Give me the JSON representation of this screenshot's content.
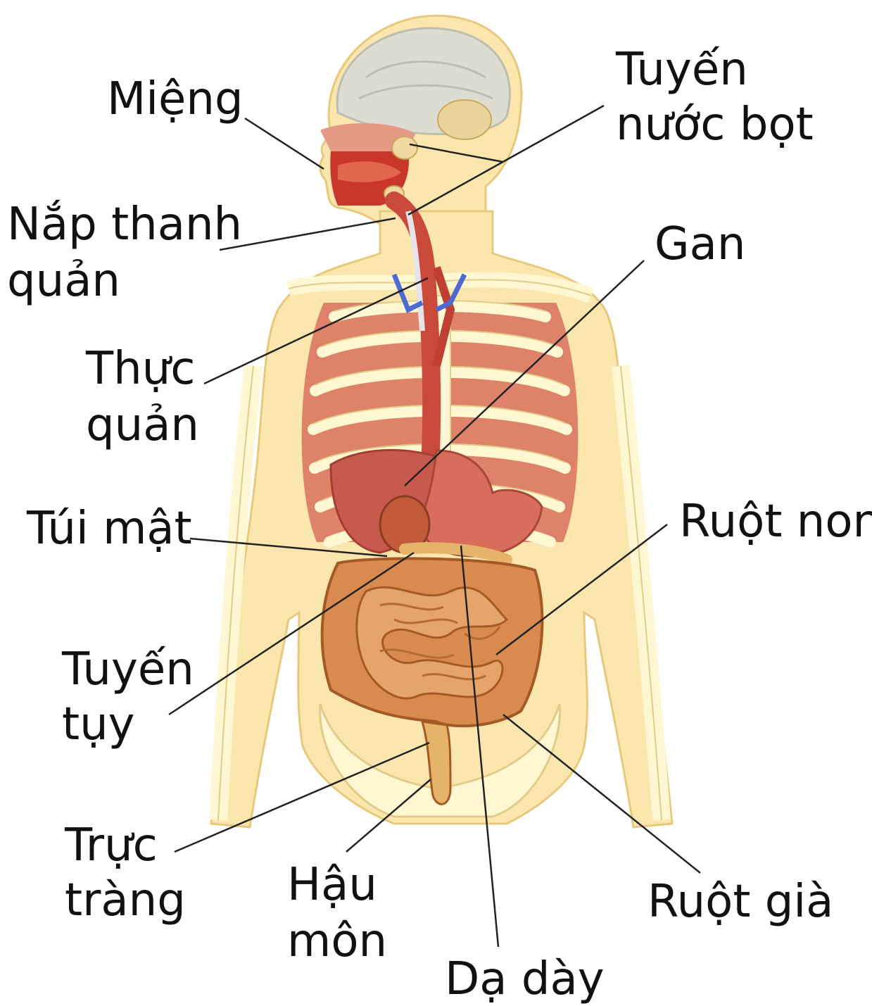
{
  "colors": {
    "skin": "#FBE6AE",
    "skin_outline": "#E8C97C",
    "bone": "#FFF6D2",
    "bone_outline": "#E2CC8A",
    "muscle": "#D9705E",
    "muscle_dark": "#B8473B",
    "intestine": "#D98B4F",
    "intestine_dark": "#A55A25",
    "brain": "#DCDCD0",
    "vein": "#5A78D8",
    "text": "#111111",
    "leader": "#222222"
  },
  "labels": {
    "mieng": "Miệng",
    "tuyen_nuoc_bot_1": "Tuyến",
    "tuyen_nuoc_bot_2": "nước bọt",
    "nap_thanh_quan_1": "Nắp thanh",
    "nap_thanh_quan_2": "quản",
    "gan": "Gan",
    "thuc_quan_1": "Thực",
    "thuc_quan_2": "quản",
    "tui_mat": "Túi mật",
    "ruot_non": "Ruột non",
    "tuyen_tuy_1": "Tuyến",
    "tuyen_tuy_2": "tụy",
    "truc_trang_1": "Trực",
    "truc_trang_2": "tràng",
    "hau_mon_1": "Hậu",
    "hau_mon_2": "môn",
    "ruot_gia": "Ruột già",
    "da_day": "Dạ dày"
  }
}
